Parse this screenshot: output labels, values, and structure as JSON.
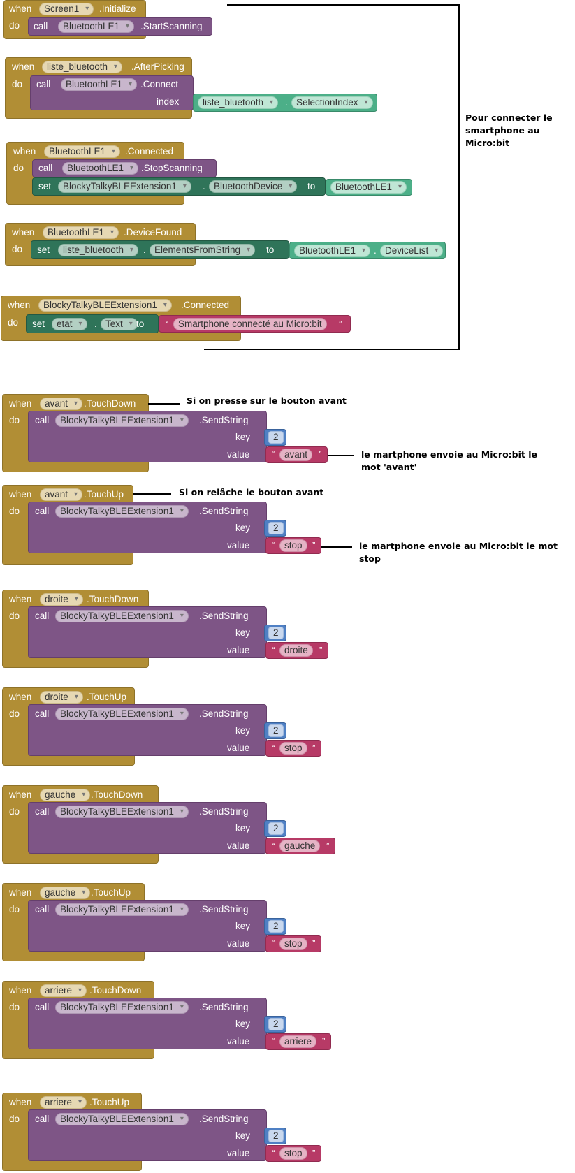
{
  "kw": {
    "when": "when",
    "do": "do",
    "call": "call",
    "set": "set",
    "to": "to",
    "key": "key",
    "value": "value",
    "index": "index",
    "dot": ".",
    "open_quote": "“",
    "close_quote": "”"
  },
  "blocks": {
    "b1": {
      "component": "Screen1",
      "event": ".Initialize",
      "call_component": "BluetoothLE1",
      "call_method": ".StartScanning"
    },
    "b2": {
      "component": "liste_bluetooth",
      "event": ".AfterPicking",
      "call_component": "BluetoothLE1",
      "call_method": ".Connect",
      "arg_component": "liste_bluetooth",
      "arg_property": "SelectionIndex"
    },
    "b3": {
      "component": "BluetoothLE1",
      "event": ".Connected",
      "call_component": "BluetoothLE1",
      "call_method": ".StopScanning",
      "set_component": "BlockyTalkyBLEExtension1",
      "set_property": "BluetoothDevice",
      "to_component": "BluetoothLE1"
    },
    "b4": {
      "component": "BluetoothLE1",
      "event": ".DeviceFound",
      "set_component": "liste_bluetooth",
      "set_property": "ElementsFromString",
      "to_component": "BluetoothLE1",
      "to_property": "DeviceList"
    },
    "b5": {
      "component": "BlockyTalkyBLEExtension1",
      "event": ".Connected",
      "set_component": "etat",
      "set_property": "Text",
      "string": "Smartphone connecté au Micro:bit"
    },
    "sends": [
      {
        "component": "avant",
        "event": ".TouchDown",
        "call_component": "BlockyTalkyBLEExtension1",
        "call_method": ".SendString",
        "key": "2",
        "value": "avant"
      },
      {
        "component": "avant",
        "event": ".TouchUp",
        "call_component": "BlockyTalkyBLEExtension1",
        "call_method": ".SendString",
        "key": "2",
        "value": "stop"
      },
      {
        "component": "droite",
        "event": ".TouchDown",
        "call_component": "BlockyTalkyBLEExtension1",
        "call_method": ".SendString",
        "key": "2",
        "value": "droite"
      },
      {
        "component": "droite",
        "event": ".TouchUp",
        "call_component": "BlockyTalkyBLEExtension1",
        "call_method": ".SendString",
        "key": "2",
        "value": "stop"
      },
      {
        "component": "gauche",
        "event": ".TouchDown",
        "call_component": "BlockyTalkyBLEExtension1",
        "call_method": ".SendString",
        "key": "2",
        "value": "gauche"
      },
      {
        "component": "gauche",
        "event": ".TouchUp",
        "call_component": "BlockyTalkyBLEExtension1",
        "call_method": ".SendString",
        "key": "2",
        "value": "stop"
      },
      {
        "component": "arriere",
        "event": ".TouchDown",
        "call_component": "BlockyTalkyBLEExtension1",
        "call_method": ".SendString",
        "key": "2",
        "value": "arriere"
      },
      {
        "component": "arriere",
        "event": ".TouchUp",
        "call_component": "BlockyTalkyBLEExtension1",
        "call_method": ".SendString",
        "key": "2",
        "value": "stop"
      }
    ]
  },
  "annotations": {
    "connect": "Pour connecter le smartphone au Micro:bit",
    "press": "Si on presse sur le bouton avant",
    "release": "Si on relâche le bouton avant",
    "send_avant": "le martphone envoie au Micro:bit le mot 'avant'",
    "send_stop": "le martphone envoie au Micro:bit le mot stop"
  },
  "colors": {
    "event": "#b18e35",
    "procedure": "#7e5586",
    "setter": "#2f7459",
    "getter": "#4caf88",
    "number": "#4f80c4",
    "text": "#b73a66"
  }
}
